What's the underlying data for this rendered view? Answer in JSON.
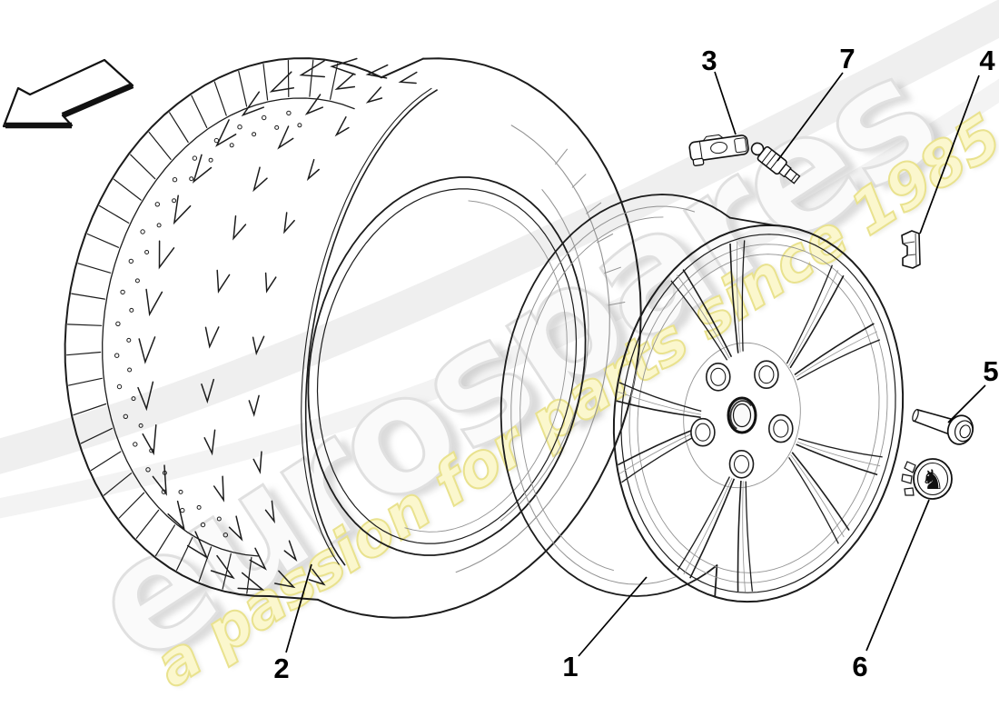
{
  "watermark": {
    "brand": "eurospares",
    "tagline": "a passion for parts since 1985"
  },
  "callouts": [
    {
      "label": "1"
    },
    {
      "label": "2"
    },
    {
      "label": "3"
    },
    {
      "label": "4"
    },
    {
      "label": "5"
    },
    {
      "label": "6"
    },
    {
      "label": "7"
    }
  ],
  "icons": {
    "prancing_horse": "♞"
  },
  "colors": {
    "line": "#1c1c1c",
    "detail_line": "#929292",
    "leader": "#000000",
    "watermark_gray": "#e0e0e0",
    "watermark_yellow": "#e9e28e",
    "background": "#ffffff"
  }
}
